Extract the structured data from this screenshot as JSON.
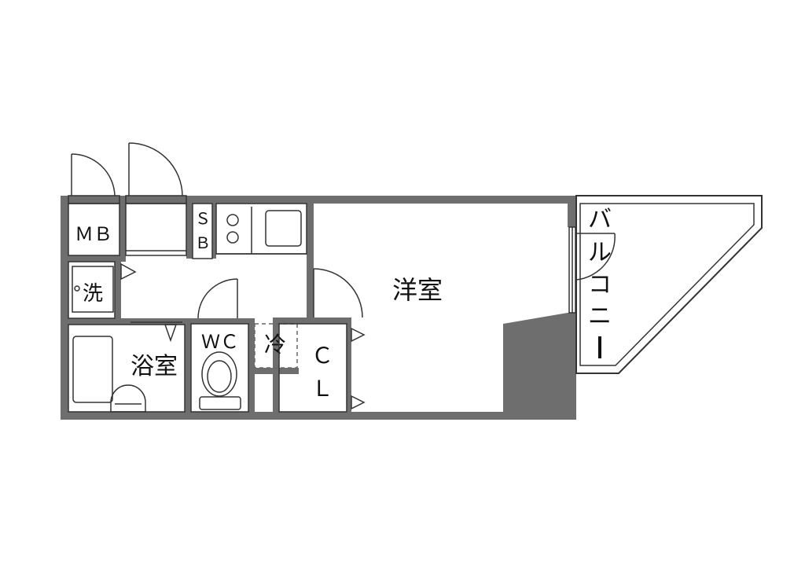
{
  "rooms": {
    "mb": "ＭＢ",
    "sb_top": "Ｓ",
    "sb_bottom": "Ｂ",
    "washer": "洗",
    "bathroom": "浴室",
    "toilet": "ＷＣ",
    "fridge": "冷",
    "closet_top": "Ｃ",
    "closet_bottom": "Ｌ",
    "western_room": "洋室",
    "balcony": [
      "バ",
      "ル",
      "コ",
      "ニ",
      "ー"
    ]
  },
  "colors": {
    "wall": "#6e6e6e",
    "line": "#333333",
    "background": "#ffffff"
  }
}
